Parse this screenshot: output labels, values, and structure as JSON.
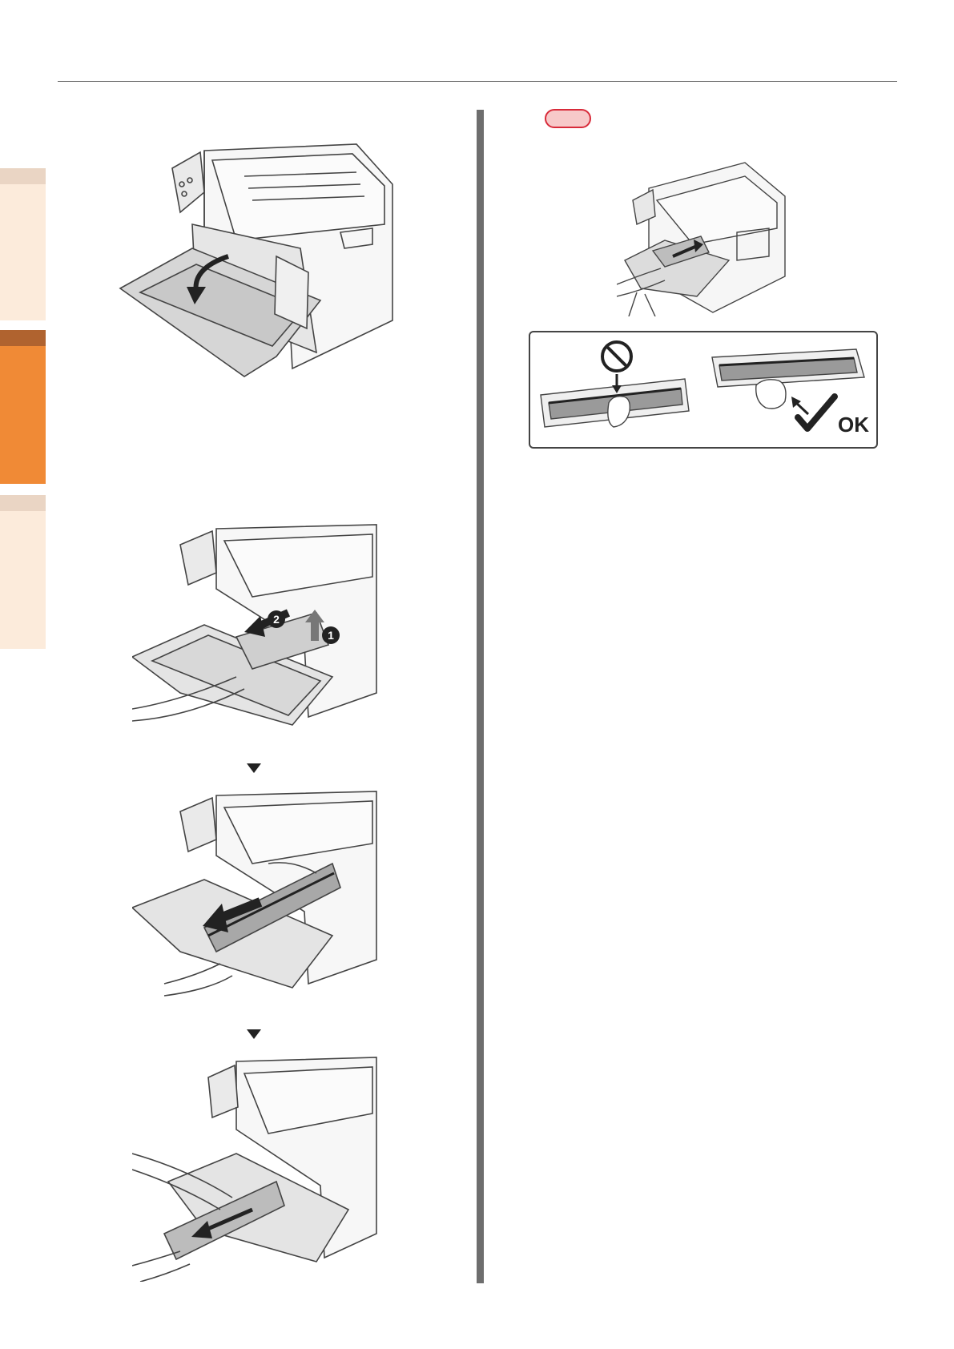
{
  "callout_labels": {
    "one": "1",
    "two": "2"
  },
  "note": {
    "mark": "!"
  },
  "caution_panel": {
    "ok_label": "OK"
  },
  "colors": {
    "accent": "#f08a36",
    "accent_dark": "#b0632f",
    "tab_light": "#fcebdb",
    "note_red": "#d82b3a",
    "bar": "#6e6e6e"
  },
  "icons": [
    "prohibited-icon",
    "checkmark-icon",
    "down-arrow-icon"
  ]
}
